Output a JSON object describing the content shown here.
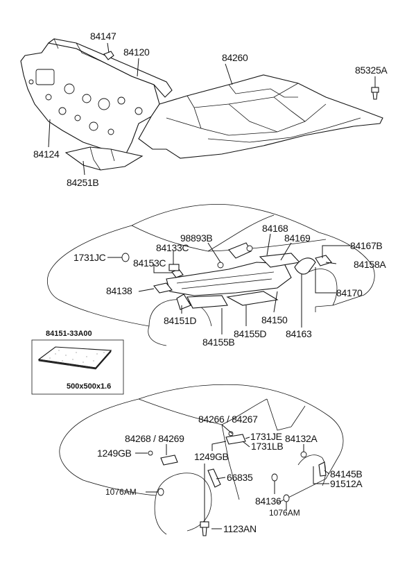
{
  "groups": {
    "floor_panels": {
      "labels": {
        "p84147": "84147",
        "p84120": "84120",
        "p84260": "84260",
        "p85325A": "85325A",
        "p84124": "84124",
        "p84251B": "84251B"
      }
    },
    "floor_pads": {
      "labels": {
        "p98893B": "98893B",
        "p84168": "84168",
        "p84169": "84169",
        "p84167B": "84167B",
        "p84133C": "84133C",
        "p1731JC": "1731JC",
        "p84153C": "84153C",
        "p84158A": "84158A",
        "p84138": "84138",
        "p84170": "84170",
        "p84150": "84150",
        "p84151D": "84151D",
        "p84155D": "84155D",
        "p84163": "84163",
        "p84155B": "84155B"
      }
    },
    "pad_sheet": {
      "part_number": "84151-33A00",
      "size": "500x500x1.6"
    },
    "body_plugs": {
      "labels": {
        "p84266_84267": "84266 / 84267",
        "p84268_84269": "84268 / 84269",
        "p1731JE": "1731JE",
        "p84132A": "84132A",
        "p1249GB_a": "1249GB",
        "p1249GB_b": "1249GB",
        "p1731LB": "1731LB",
        "p84145B": "84145B",
        "p66835": "66835",
        "p91512A": "91512A",
        "p1076AM_a": "1076AM",
        "p84136": "84136",
        "p1076AM_b": "1076AM",
        "p1123AN": "1123AN"
      }
    }
  }
}
